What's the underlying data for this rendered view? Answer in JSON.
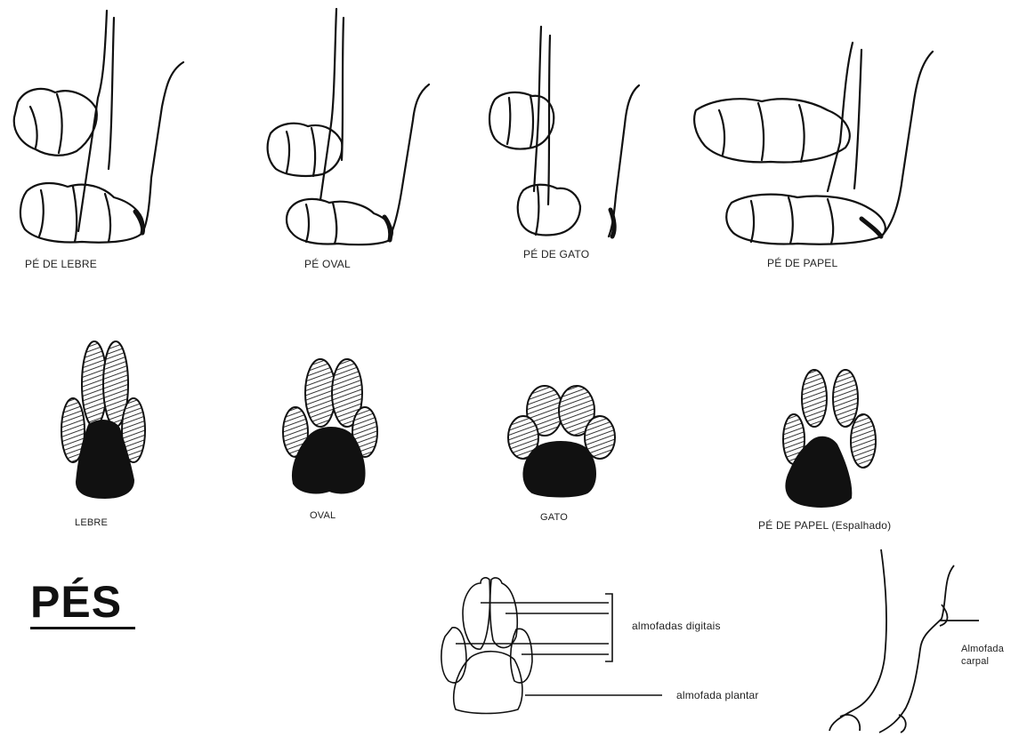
{
  "side_views": [
    {
      "id": "lebre",
      "label": "PÉ DE LEBRE"
    },
    {
      "id": "oval",
      "label": "PÉ OVAL"
    },
    {
      "id": "gato",
      "label": "PÉ DE GATO"
    },
    {
      "id": "papel",
      "label": "PÉ DE PAPEL"
    }
  ],
  "prints": [
    {
      "id": "lebre",
      "label": "LEBRE"
    },
    {
      "id": "oval",
      "label": "OVAL"
    },
    {
      "id": "gato",
      "label": "GATO"
    },
    {
      "id": "papel",
      "label": "PÉ DE PAPEL (Espalhado)"
    }
  ],
  "title": "PÉS",
  "anatomy": {
    "digital_pads": "almofadas digitais",
    "plantar_pad": "almofada plantar",
    "carpal_pad_line1": "Almofada",
    "carpal_pad_line2": "carpal"
  },
  "colors": {
    "ink": "#111111",
    "paper": "#ffffff",
    "hatch": "#555555"
  }
}
